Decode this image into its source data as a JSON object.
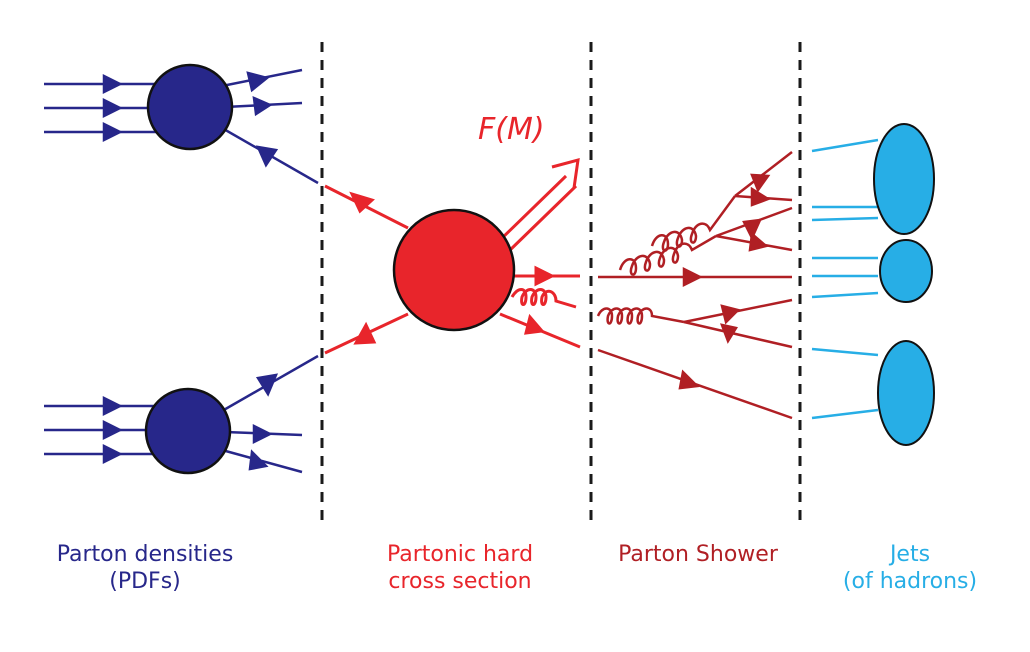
{
  "colors": {
    "pdf": "#27278a",
    "hard": "#e8252b",
    "shower": "#b01f24",
    "jets": "#27aee6",
    "divider": "#1a1a1a"
  },
  "labels": {
    "pdf_line1": "Parton densities",
    "pdf_line2": "(PDFs)",
    "hard_line1": "Partonic hard",
    "hard_line2": "cross section",
    "shower_line1": "Parton Shower",
    "jets_line1": "Jets",
    "jets_line2": "(of hadrons)",
    "fm": "F(M)"
  }
}
